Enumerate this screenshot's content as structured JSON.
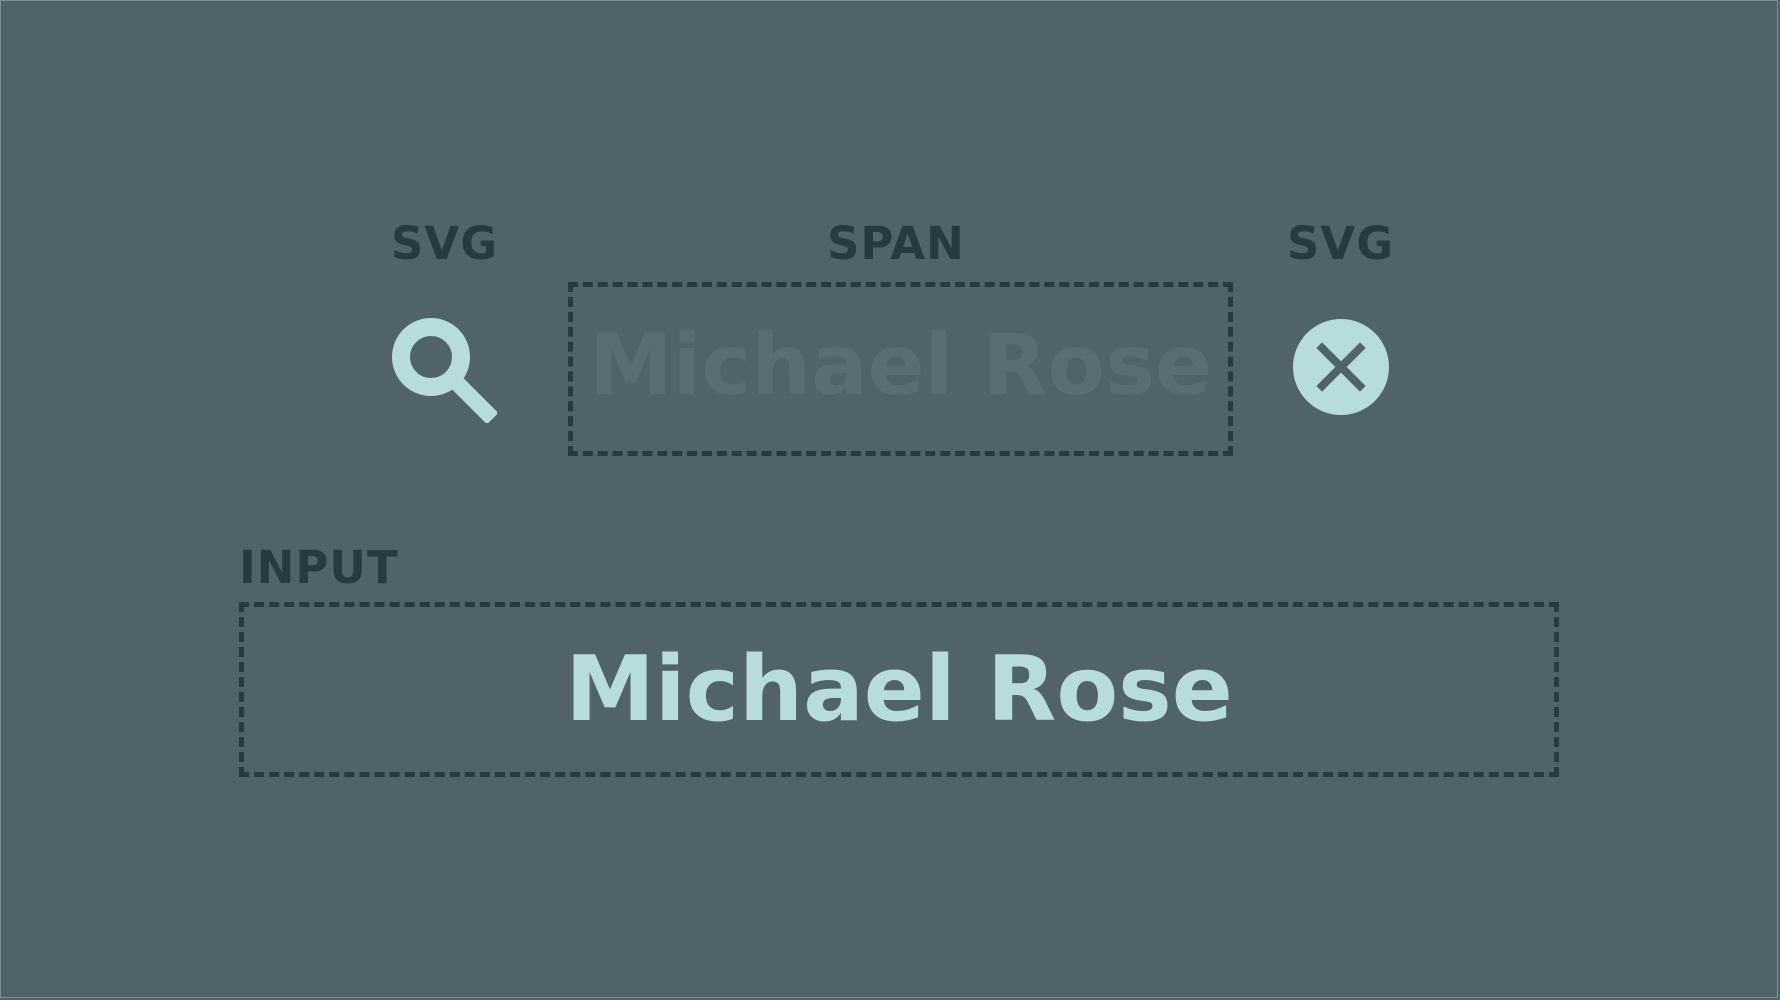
{
  "labels": {
    "left_svg": "SVG",
    "span": "SPAN",
    "right_svg": "SVG",
    "input": "INPUT"
  },
  "span_box": {
    "text": "Michael Rose"
  },
  "input_box": {
    "text": "Michael Rose"
  },
  "icons": {
    "left": "search-icon",
    "right": "close-icon"
  },
  "colors": {
    "background": "#50636a",
    "label": "#283a41",
    "dashed_border": "#283a41",
    "ghost_text": "#596d74",
    "accent": "#b7dcdc"
  }
}
